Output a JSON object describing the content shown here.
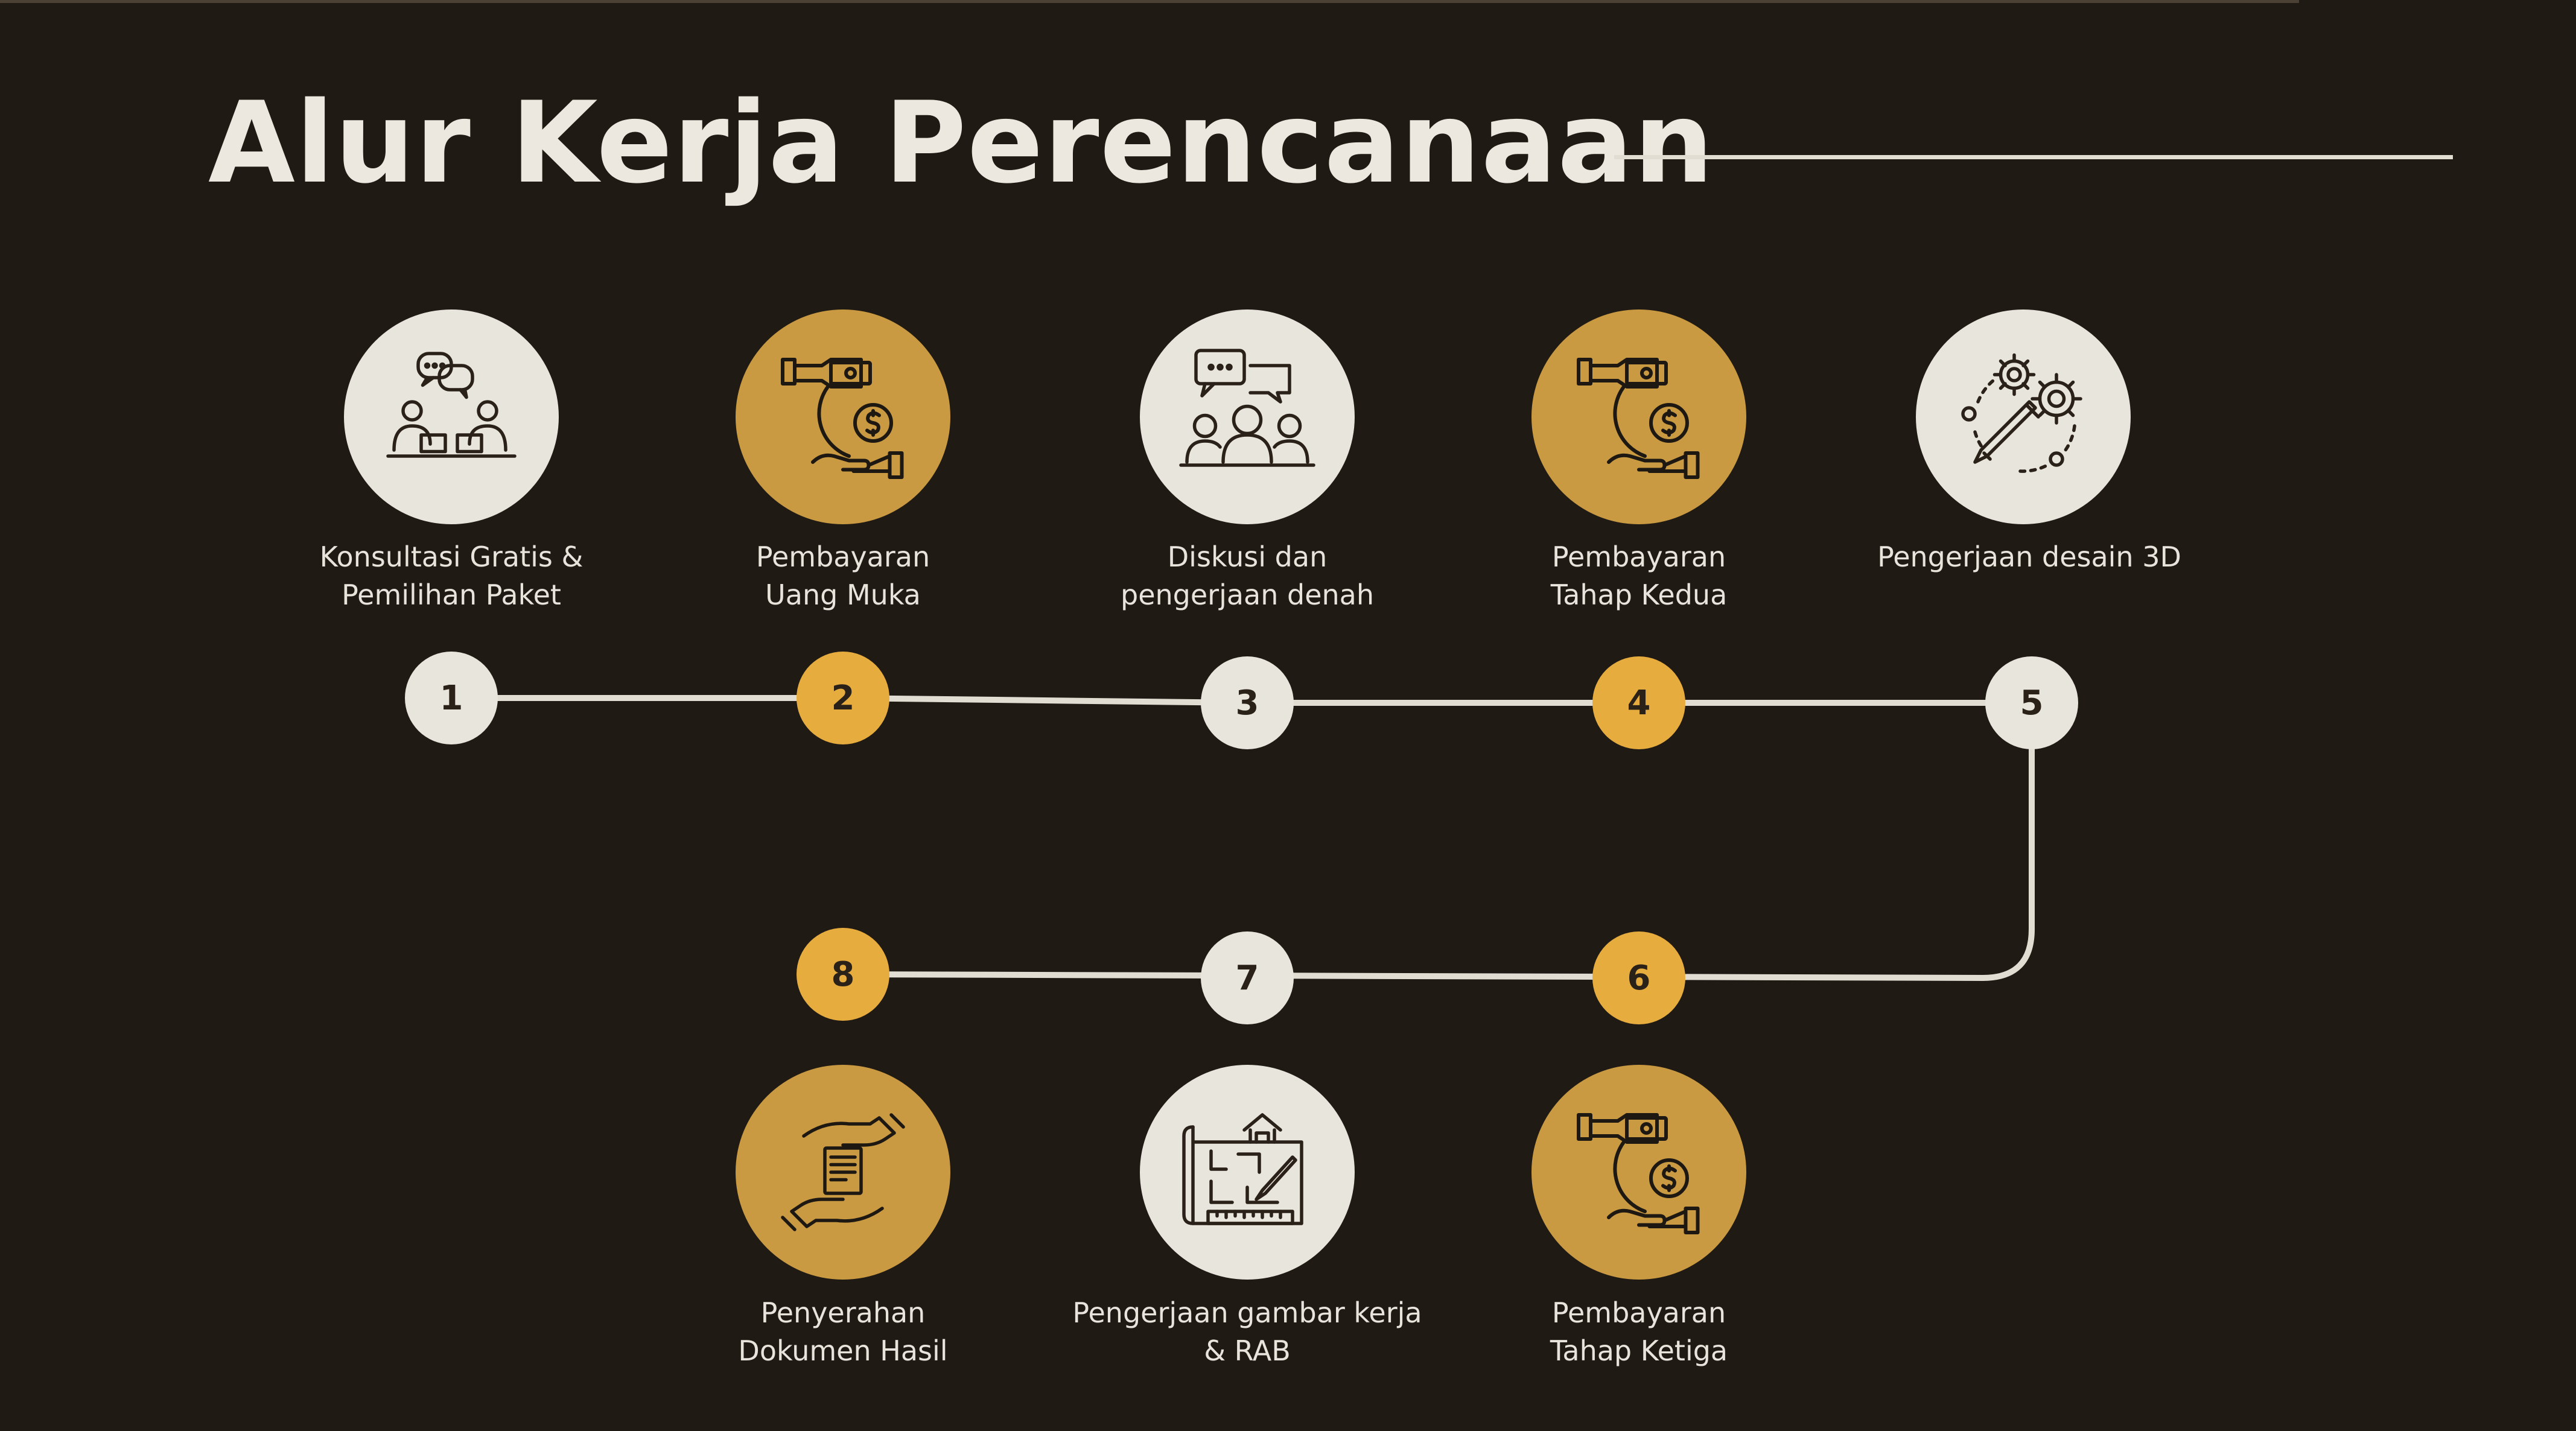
{
  "title": "Alur Kerja Perencanaan",
  "colors": {
    "background": "#201a15",
    "light": "#e8e5dd",
    "gold_icon": "#c99a41",
    "gold_node": "#e7ac3e",
    "line": "#e2ddd2"
  },
  "steps": [
    {
      "number": "1",
      "label": "Konsultasi Gratis &\nPemilihan Paket",
      "icon": "consultation-icon",
      "style": "light"
    },
    {
      "number": "2",
      "label": "Pembayaran\nUang Muka",
      "icon": "payment-icon",
      "style": "gold"
    },
    {
      "number": "3",
      "label": "Diskusi dan\npengerjaan denah",
      "icon": "discussion-icon",
      "style": "light"
    },
    {
      "number": "4",
      "label": "Pembayaran\nTahap Kedua",
      "icon": "payment-icon",
      "style": "gold"
    },
    {
      "number": "5",
      "label": "Pengerjaan desain 3D",
      "icon": "design-gears-icon",
      "style": "light"
    },
    {
      "number": "6",
      "label": "Pembayaran\nTahap Ketiga",
      "icon": "payment-icon",
      "style": "gold"
    },
    {
      "number": "7",
      "label": "Pengerjaan gambar kerja\n& RAB",
      "icon": "blueprint-icon",
      "style": "light"
    },
    {
      "number": "8",
      "label": "Penyerahan\nDokumen Hasil",
      "icon": "document-handover-icon",
      "style": "gold"
    }
  ]
}
